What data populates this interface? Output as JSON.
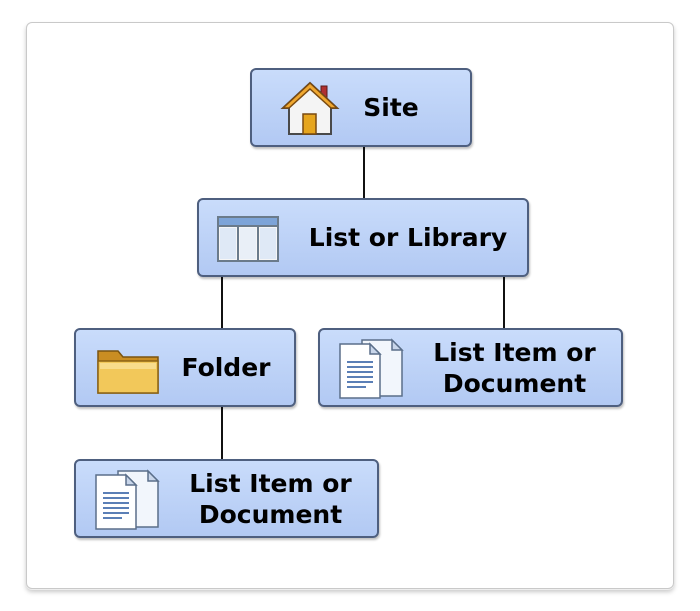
{
  "diagram": {
    "nodes": {
      "site": {
        "label": "Site",
        "icon": "home-icon"
      },
      "list_library": {
        "label": "List or Library",
        "icon": "list-icon"
      },
      "folder": {
        "label": "Folder",
        "icon": "folder-icon"
      },
      "list_item_top": {
        "label": "List Item or\nDocument",
        "icon": "document-icon"
      },
      "list_item_bottom": {
        "label": "List Item or\nDocument",
        "icon": "document-icon"
      }
    },
    "edges": [
      {
        "from": "Site",
        "to": "List or Library"
      },
      {
        "from": "List or Library",
        "to": "Folder"
      },
      {
        "from": "List or Library",
        "to": "List Item or Document"
      },
      {
        "from": "Folder",
        "to": "List Item or Document"
      }
    ],
    "colors": {
      "node_fill": "#bdd2f7",
      "node_border": "#4e5f7f",
      "connector": "#111111"
    }
  }
}
